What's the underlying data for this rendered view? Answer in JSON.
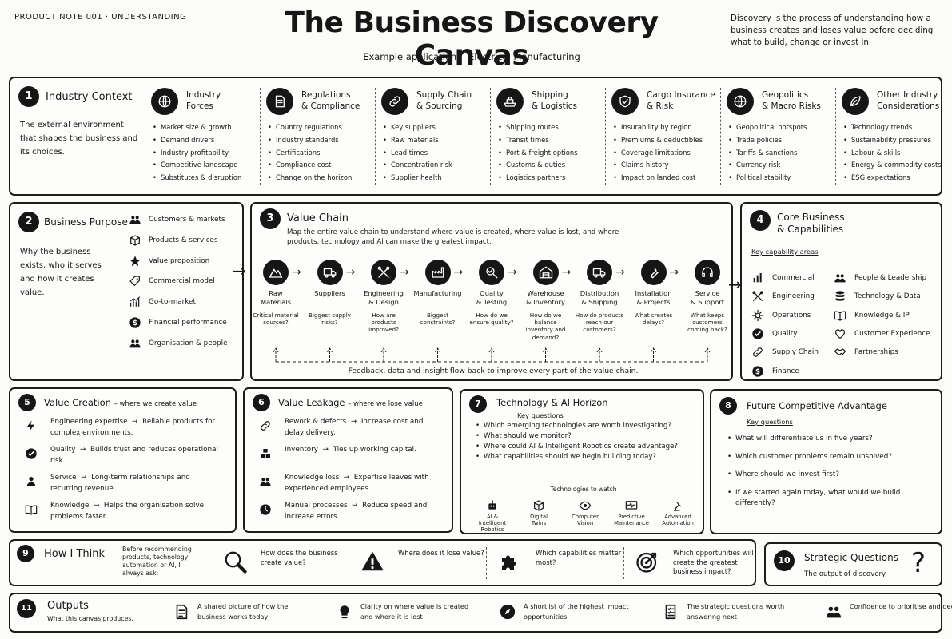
{
  "header": {
    "kicker": "PRODUCT NOTE 001 · UNDERSTANDING",
    "title": "The Business Discovery Canvas",
    "subtitle_label": "Example application:",
    "subtitle_value": "Electrical Manufacturing",
    "intro_pre": "Discovery is the process of understanding how a business ",
    "intro_w1": "creates",
    "intro_and": " and ",
    "intro_w2": "loses value",
    "intro_post": " before deciding what to build, change or invest in."
  },
  "s1": {
    "num": "1",
    "title": "Industry Context",
    "desc": "The external environment that shapes the business and its choices.",
    "cols": [
      {
        "icon": "globe-icon",
        "t1": "Industry",
        "t2": "Forces",
        "items": [
          "Market size & growth",
          "Demand drivers",
          "Industry profitability",
          "Competitive landscape",
          "Substitutes & disruption"
        ]
      },
      {
        "icon": "document-icon",
        "t1": "Regulations",
        "t2": "& Compliance",
        "items": [
          "Country regulations",
          "Industry standards",
          "Certifications",
          "Compliance cost",
          "Change on the horizon"
        ]
      },
      {
        "icon": "chain-link-icon",
        "t1": "Supply Chain",
        "t2": "& Sourcing",
        "items": [
          "Key suppliers",
          "Raw materials",
          "Lead times",
          "Concentration risk",
          "Supplier health"
        ]
      },
      {
        "icon": "ship-icon",
        "t1": "Shipping",
        "t2": "& Logistics",
        "items": [
          "Shipping routes",
          "Transit times",
          "Port & freight options",
          "Customs & duties",
          "Logistics partners"
        ]
      },
      {
        "icon": "shield-icon",
        "t1": "Cargo Insurance",
        "t2": "& Risk",
        "items": [
          "Insurability by region",
          "Premiums & deductibles",
          "Coverage limitations",
          "Claims history",
          "Impact on landed cost"
        ]
      },
      {
        "icon": "globe-icon",
        "t1": "Geopolitics",
        "t2": "& Macro Risks",
        "items": [
          "Geopolitical hotspots",
          "Trade policies",
          "Tariffs & sanctions",
          "Currency risk",
          "Political stability"
        ]
      },
      {
        "icon": "leaf-icon",
        "t1": "Other Industry",
        "t2": "Considerations",
        "items": [
          "Technology trends",
          "Sustainability pressures",
          "Labour & skills",
          "Energy & commodity costs",
          "ESG expectations"
        ]
      }
    ]
  },
  "s2": {
    "num": "2",
    "title": "Business Purpose",
    "desc": "Why the business exists, who it serves and how it creates value.",
    "items": [
      {
        "icon": "people-icon",
        "label": "Customers & markets"
      },
      {
        "icon": "cube-icon",
        "label": "Products & services"
      },
      {
        "icon": "star-icon",
        "label": "Value proposition"
      },
      {
        "icon": "tag-icon",
        "label": "Commercial model"
      },
      {
        "icon": "growth-chart-icon",
        "label": "Go-to-market"
      },
      {
        "icon": "dollar-icon",
        "label": "Financial performance"
      },
      {
        "icon": "people-icon",
        "label": "Organisation & people"
      }
    ]
  },
  "s3": {
    "num": "3",
    "title": "Value Chain",
    "desc": "Map the entire value chain to understand where value is created, where value is lost, and where products, technology and AI can make the greatest impact.",
    "steps": [
      {
        "icon": "mountain-icon",
        "n1": "Raw",
        "n2": "Materials",
        "q": "Critical material sources?"
      },
      {
        "icon": "truck-icon",
        "n1": "Suppliers",
        "n2": "",
        "q": "Biggest supply risks?"
      },
      {
        "icon": "tools-icon",
        "n1": "Engineering",
        "n2": "& Design",
        "q": "How are products improved?"
      },
      {
        "icon": "factory-icon",
        "n1": "Manufacturing",
        "n2": "",
        "q": "Biggest constraints?"
      },
      {
        "icon": "magnifier-check-icon",
        "n1": "Quality",
        "n2": "& Testing",
        "q": "How do we ensure quality?"
      },
      {
        "icon": "warehouse-icon",
        "n1": "Warehouse",
        "n2": "& Inventory",
        "q": "How do we balance inventory and demand?"
      },
      {
        "icon": "truck-icon",
        "n1": "Distribution",
        "n2": "& Shipping",
        "q": "How do products reach our customers?"
      },
      {
        "icon": "wrench-icon",
        "n1": "Installation",
        "n2": "& Projects",
        "q": "What creates delays?"
      },
      {
        "icon": "headset-icon",
        "n1": "Service",
        "n2": "& Support",
        "q": "What keeps customers coming back?"
      }
    ],
    "feedback": "Feedback, data and insight flow back to improve every part of the value chain."
  },
  "s4": {
    "num": "4",
    "t1": "Core Business",
    "t2": "& Capabilities",
    "sub": "Key capability areas",
    "left": [
      {
        "icon": "bar-chart-icon",
        "label": "Commercial"
      },
      {
        "icon": "tools-icon",
        "label": "Engineering"
      },
      {
        "icon": "gear-icon",
        "label": "Operations"
      },
      {
        "icon": "check-circle-icon",
        "label": "Quality"
      },
      {
        "icon": "chain-link-icon",
        "label": "Supply Chain"
      },
      {
        "icon": "dollar-icon",
        "label": "Finance"
      }
    ],
    "right": [
      {
        "icon": "people-icon",
        "label": "People & Leadership"
      },
      {
        "icon": "database-icon",
        "label": "Technology & Data"
      },
      {
        "icon": "book-icon",
        "label": "Knowledge & IP"
      },
      {
        "icon": "heart-icon",
        "label": "Customer Experience"
      },
      {
        "icon": "handshake-icon",
        "label": "Partnerships"
      }
    ]
  },
  "s5": {
    "num": "5",
    "title": "Value Creation",
    "tag": "– where we create value",
    "items": [
      {
        "icon": "lightning-icon",
        "a": "Engineering expertise",
        "b": "Reliable products for complex environments."
      },
      {
        "icon": "check-circle-icon",
        "a": "Quality",
        "b": "Builds trust and reduces operational risk."
      },
      {
        "icon": "person-icon",
        "a": "Service",
        "b": "Long-term relationships and recurring revenue."
      },
      {
        "icon": "book-icon",
        "a": "Knowledge",
        "b": "Helps the organisation solve problems faster."
      }
    ]
  },
  "s6": {
    "num": "6",
    "title": "Value Leakage",
    "tag": "– where we lose value",
    "items": [
      {
        "icon": "chain-link-icon",
        "a": "Rework & defects",
        "b": "Increase cost and delay delivery."
      },
      {
        "icon": "boxes-icon",
        "a": "Inventory",
        "b": "Ties up working capital."
      },
      {
        "icon": "people-icon",
        "a": "Knowledge loss",
        "b": "Expertise leaves with experienced employees."
      },
      {
        "icon": "clock-icon",
        "a": "Manual processes",
        "b": "Reduce speed and increase errors."
      }
    ]
  },
  "s7": {
    "num": "7",
    "title": "Technology & AI Horizon",
    "sub": "Key questions",
    "questions": [
      "Which emerging technologies are worth investigating?",
      "What should we monitor?",
      "Where could AI & Intelligent Robotics create advantage?",
      "What capabilities should we begin building today?"
    ],
    "watch": "Technologies to watch",
    "techs": [
      {
        "icon": "robot-icon",
        "n1": "AI &",
        "n2": "Intelligent",
        "n3": "Robotics"
      },
      {
        "icon": "cube-icon",
        "n1": "Digital",
        "n2": "Twins",
        "n3": ""
      },
      {
        "icon": "eye-icon",
        "n1": "Computer",
        "n2": "Vision",
        "n3": ""
      },
      {
        "icon": "heartbeat-monitor-icon",
        "n1": "Predictive",
        "n2": "Maintenance",
        "n3": ""
      },
      {
        "icon": "robot-arm-icon",
        "n1": "Advanced",
        "n2": "Automation",
        "n3": ""
      }
    ]
  },
  "s8": {
    "num": "8",
    "title": "Future Competitive Advantage",
    "sub": "Key questions",
    "questions": [
      "What will differentiate us in five years?",
      "Which customer problems remain unsolved?",
      "Where should we invest first?",
      "If we started again today, what would we build differently?"
    ]
  },
  "s9": {
    "num": "9",
    "title": "How I Think",
    "lead": "Before recommending products, technology, automation or AI, I always ask:",
    "items": [
      {
        "icon": "magnifier-icon",
        "label": "How does the business create value?"
      },
      {
        "icon": "warning-icon",
        "label": "Where does it lose value?"
      },
      {
        "icon": "puzzle-icon",
        "label": "Which capabilities matter most?"
      },
      {
        "icon": "target-icon",
        "label": "Which opportunities will create the greatest business impact?"
      }
    ]
  },
  "s10": {
    "num": "10",
    "title": "Strategic Questions",
    "sub": "The output of discovery",
    "mark": "?"
  },
  "s11": {
    "num": "11",
    "title": "Outputs",
    "sub": "What this canvas produces.",
    "items": [
      {
        "icon": "document-icon",
        "label": "A shared picture of how the business works today"
      },
      {
        "icon": "lightbulb-icon",
        "label": "Clarity on where value is created and where it is lost"
      },
      {
        "icon": "compass-icon",
        "label": "A shortlist of the highest impact opportunities"
      },
      {
        "icon": "checklist-icon",
        "label": "The strategic questions worth answering next"
      },
      {
        "icon": "people-icon",
        "label": "Confidence to prioritise and decide"
      }
    ]
  }
}
